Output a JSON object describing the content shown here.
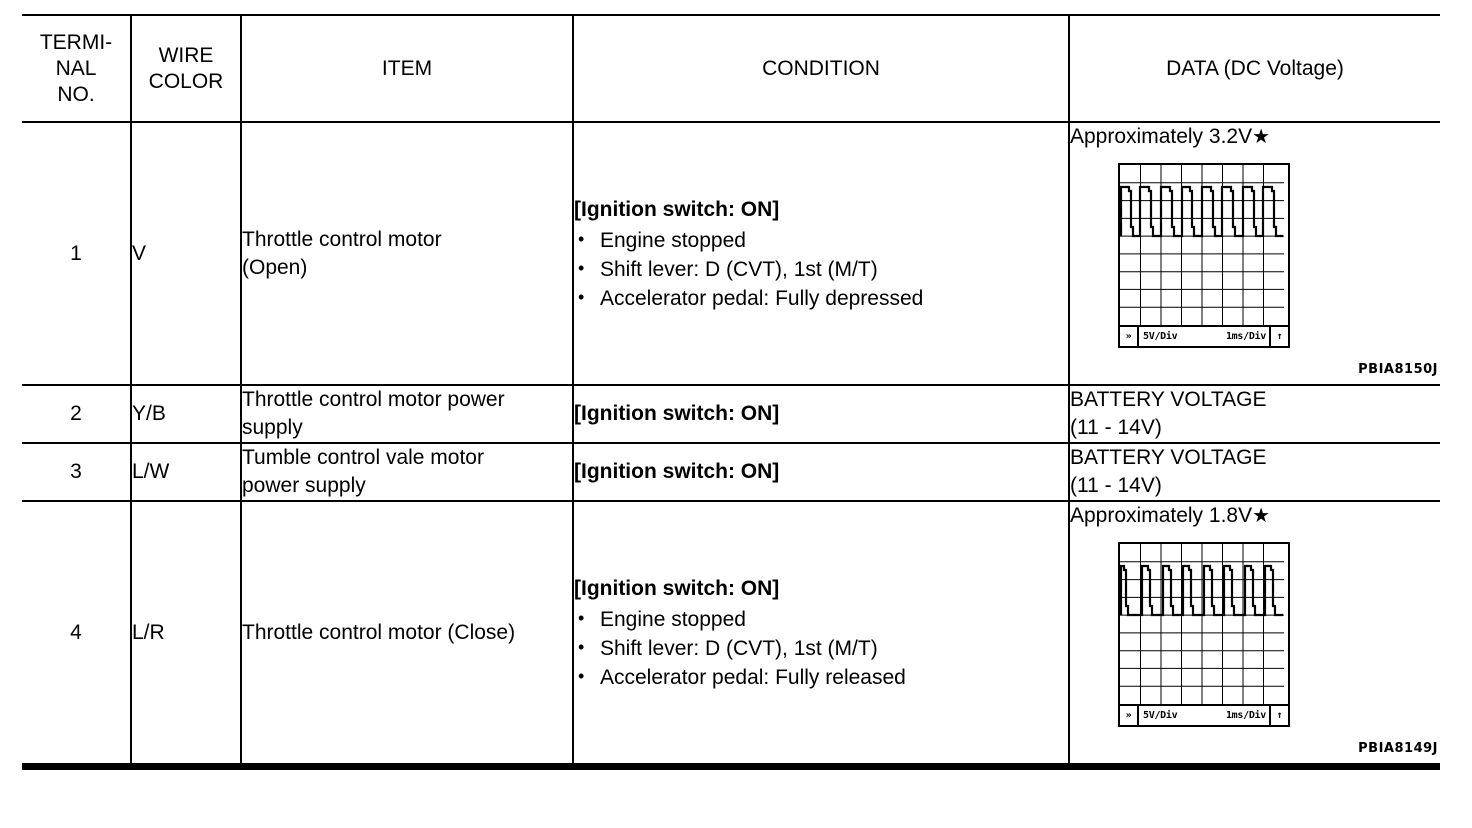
{
  "table": {
    "headers": {
      "terminal_no": [
        "TERMI-",
        "NAL",
        "NO."
      ],
      "wire_color": [
        "WIRE",
        "COLOR"
      ],
      "item": "ITEM",
      "condition": "CONDITION",
      "data": "DATA (DC Voltage)"
    },
    "rows": [
      {
        "terminal_no": "1",
        "wire_color": "V",
        "item_lines": [
          "Throttle control motor",
          "(Open)"
        ],
        "condition": {
          "heading": "[Ignition switch: ON]",
          "bullets": [
            "Engine stopped",
            "Shift lever: D (CVT), 1st (M/T)",
            "Accelerator pedal: Fully depressed"
          ]
        },
        "data": {
          "kind": "waveform",
          "title": "Approximately 3.2V",
          "star": "★",
          "scope": {
            "volts_per_div": "5V/Div",
            "time_per_div": "1ms/Div",
            "left_marker": "»",
            "trigger_marker": "↑",
            "grid_cols": 8,
            "grid_rows": 9
          },
          "reference": "PBIA8150J"
        }
      },
      {
        "terminal_no": "2",
        "wire_color": "Y/B",
        "item_lines": [
          "Throttle control motor power",
          "supply"
        ],
        "condition": {
          "heading": "[Ignition switch: ON]",
          "bullets": []
        },
        "data": {
          "kind": "text",
          "lines": [
            "BATTERY VOLTAGE",
            "(11 - 14V)"
          ]
        }
      },
      {
        "terminal_no": "3",
        "wire_color": "L/W",
        "item_lines": [
          "Tumble control vale motor",
          "power supply"
        ],
        "condition": {
          "heading": "[Ignition switch: ON]",
          "bullets": []
        },
        "data": {
          "kind": "text",
          "lines": [
            "BATTERY VOLTAGE",
            "(11 - 14V)"
          ]
        }
      },
      {
        "terminal_no": "4",
        "wire_color": "L/R",
        "item_lines": [
          "Throttle control motor (Close)"
        ],
        "condition": {
          "heading": "[Ignition switch: ON]",
          "bullets": [
            "Engine stopped",
            "Shift lever: D (CVT), 1st (M/T)",
            "Accelerator pedal: Fully released"
          ]
        },
        "data": {
          "kind": "waveform",
          "title": "Approximately 1.8V",
          "star": "★",
          "scope": {
            "volts_per_div": "5V/Div",
            "time_per_div": "1ms/Div",
            "left_marker": "»",
            "trigger_marker": "↑",
            "grid_cols": 8,
            "grid_rows": 9
          },
          "reference": "PBIA8149J"
        }
      }
    ]
  },
  "chart_data": [
    {
      "type": "line",
      "title": "Approximately 3.2V",
      "xlabel": "1ms/Div",
      "ylabel": "5V/Div",
      "grid": true,
      "pulse_count": 8,
      "duty_note": "wide high pulses, stepped falling edge",
      "reference": "PBIA8150J"
    },
    {
      "type": "line",
      "title": "Approximately 1.8V",
      "xlabel": "1ms/Div",
      "ylabel": "5V/Div",
      "grid": true,
      "pulse_count": 8,
      "duty_note": "narrow high pulses, stepped falling edge",
      "reference": "PBIA8149J"
    }
  ]
}
